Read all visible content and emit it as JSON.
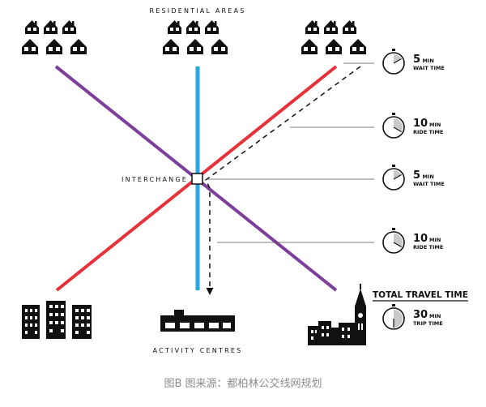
{
  "labels": {
    "residential": "RESIDENTIAL AREAS",
    "interchange": "INTERCHANGE",
    "activity": "ACTIVITY CENTRES",
    "total_title": "TOTAL TRAVEL TIME"
  },
  "timings": [
    {
      "number": "5",
      "unit": "MIN",
      "sub": "WAIT TIME",
      "fraction": 0.1667
    },
    {
      "number": "10",
      "unit": "MIN",
      "sub": "RIDE TIME",
      "fraction": 0.3333
    },
    {
      "number": "5",
      "unit": "MIN",
      "sub": "WAIT TIME",
      "fraction": 0.1667
    },
    {
      "number": "10",
      "unit": "MIN",
      "sub": "RIDE TIME",
      "fraction": 0.3333
    }
  ],
  "total": {
    "number": "30",
    "unit": "MIN",
    "sub": "TRIP TIME",
    "fraction": 0.5
  },
  "caption": "图B 图来源：都柏林公交线网规划",
  "colors": {
    "red": "#e8303a",
    "blue": "#2ba6de",
    "purple": "#7d3f9b",
    "ink": "#111111",
    "caption": "#8c8c8c"
  }
}
